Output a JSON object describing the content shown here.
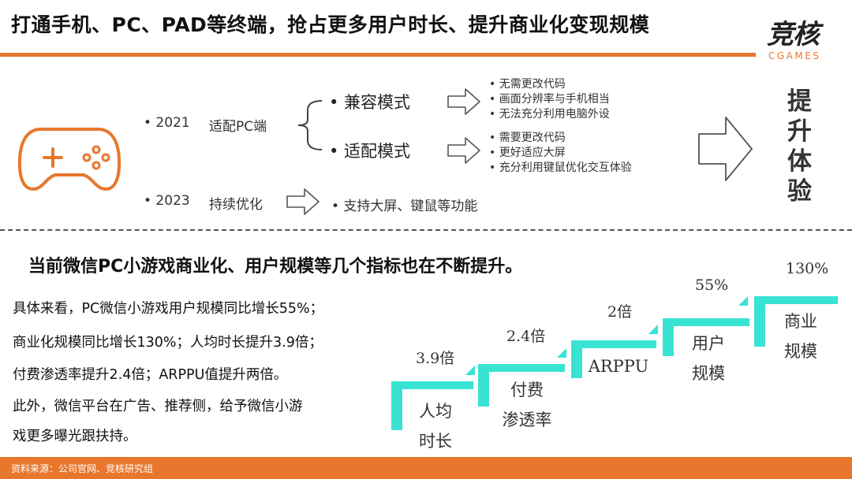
{
  "header": {
    "title": "打通手机、PC、PAD等终端，抢占更多用户时长、提升商业化变现规模",
    "logo_main": "竞核",
    "logo_sub": "CGAMES"
  },
  "timeline": {
    "row1": {
      "year": "• 2021",
      "label": "适配PC端"
    },
    "row2": {
      "year": "• 2023",
      "label": "持续优化",
      "result": "• 支持大屏、键鼠等功能"
    },
    "mode1": {
      "name": "• 兼容模式",
      "points": [
        "• 无需更改代码",
        "• 画面分辨率与手机相当",
        "• 无法充分利用电脑外设"
      ]
    },
    "mode2": {
      "name": "• 适配模式",
      "points": [
        "• 需要更改代码",
        "• 更好适应大屏",
        "• 充分利用键鼠优化交互体验"
      ]
    },
    "promotion": "提升体验"
  },
  "section": {
    "subtitle": "当前微信PC小游戏商业化、用户规模等几个指标也在不断提升。",
    "paragraph_lines": [
      "具体来看，PC微信小游戏用户规模同比增长55%；",
      "商业化规模同比增长130%；人均时长提升3.9倍；",
      "付费渗透率提升2.4倍；ARPPU值提升两倍。",
      "此外，微信平台在广告、推荐侧，给予微信小游",
      "戏更多曝光跟扶持。"
    ]
  },
  "steps": [
    {
      "value": "3.9倍",
      "name1": "人均",
      "name2": "时长"
    },
    {
      "value": "2.4倍",
      "name1": "付费",
      "name2": "渗透率"
    },
    {
      "value": "2倍",
      "name1": "ARPPU",
      "name2": ""
    },
    {
      "value": "55%",
      "name1": "用户",
      "name2": "规模"
    },
    {
      "value": "130%",
      "name1": "商业",
      "name2": "规模"
    }
  ],
  "colors": {
    "accent": "#e8772e",
    "step": "#39e3d3"
  },
  "footer": {
    "source": "资料来源：公司官网、竞核研究组"
  }
}
